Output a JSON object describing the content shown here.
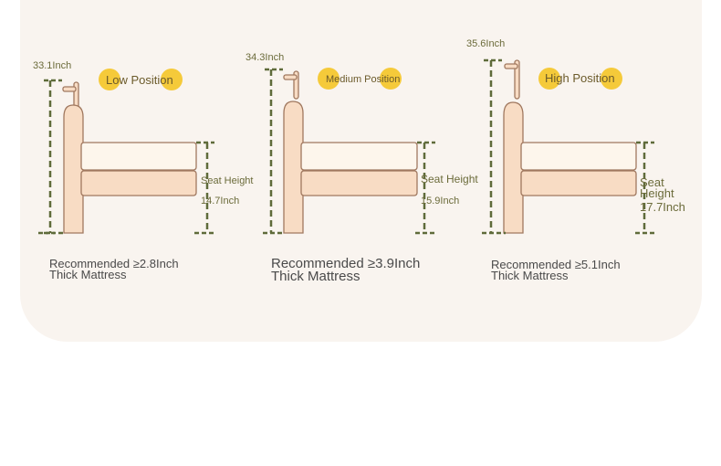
{
  "panels": [
    {
      "id": "low",
      "position_label": "Low Position",
      "total_height": "33.1Inch",
      "seat_label": "Seat Height",
      "seat_value": "14.7Inch",
      "recommend_line1": "Recommended ≥2.8Inch",
      "recommend_line2": "Thick Mattress"
    },
    {
      "id": "medium",
      "position_label": "Medium Position",
      "total_height": "34.3Inch",
      "seat_label": "Seat Height",
      "seat_value": "15.9Inch",
      "recommend_line1": "Recommended ≥3.9Inch",
      "recommend_line2": "Thick Mattress"
    },
    {
      "id": "high",
      "position_label": "High Position",
      "total_height": "35.6Inch",
      "seat_label_line1": "Seat",
      "seat_label_line2": "Height",
      "seat_value": "17.7Inch",
      "recommend_line1": "Recommended ≥5.1Inch",
      "recommend_line2": "Thick Mattress"
    }
  ],
  "colors": {
    "card_background": "#f9f4ef",
    "headboard": "#f8dcc4",
    "mattress": "#fdf6ec",
    "frame_outline": "#a0785f",
    "dimension_line": "#5f6b3a",
    "highlight": "#f4c21a"
  }
}
